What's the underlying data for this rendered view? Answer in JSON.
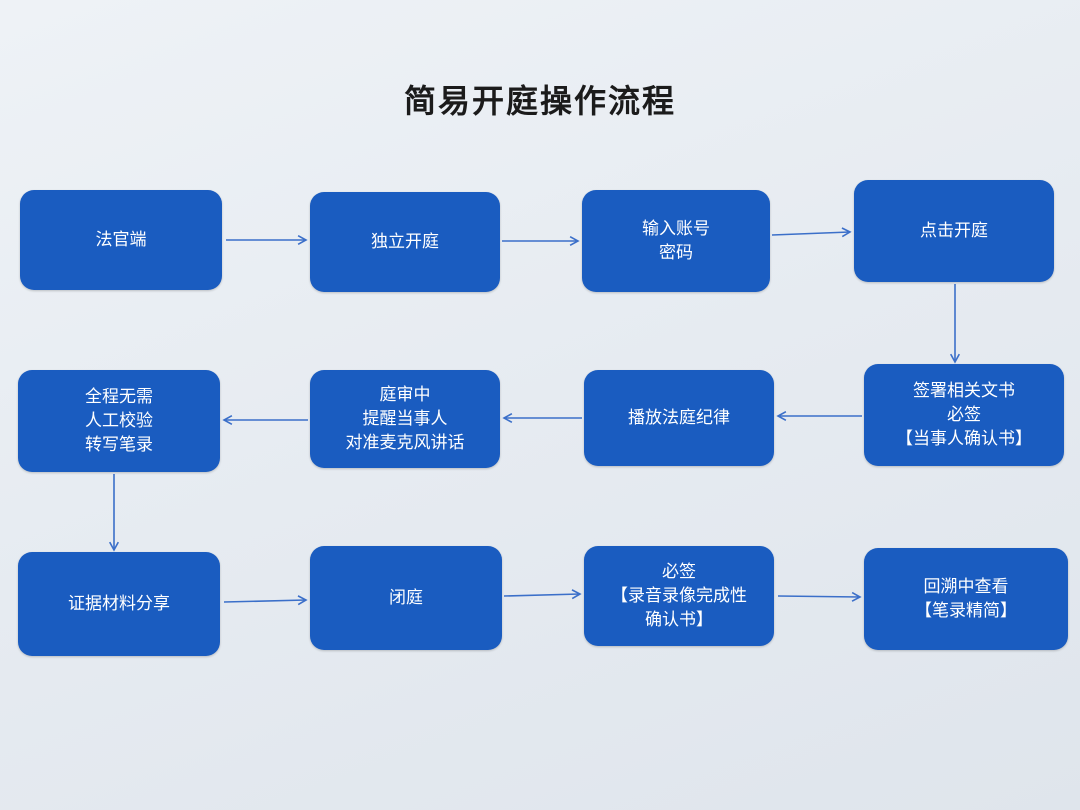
{
  "title": "简易开庭操作流程",
  "steps": [
    {
      "lines": [
        "法官端"
      ]
    },
    {
      "lines": [
        "独立开庭"
      ]
    },
    {
      "lines": [
        "输入账号",
        "密码"
      ]
    },
    {
      "lines": [
        "点击开庭"
      ]
    },
    {
      "lines": [
        "签署相关文书",
        "必签",
        "【当事人确认书】"
      ]
    },
    {
      "lines": [
        "播放法庭纪律"
      ]
    },
    {
      "lines": [
        "庭审中",
        "提醒当事人",
        "对准麦克风讲话"
      ]
    },
    {
      "lines": [
        "全程无需",
        "人工校验",
        "转写笔录"
      ]
    },
    {
      "lines": [
        "证据材料分享"
      ]
    },
    {
      "lines": [
        "闭庭"
      ]
    },
    {
      "lines": [
        "必签",
        "【录音录像完成性",
        "确认书】"
      ]
    },
    {
      "lines": [
        "回溯中查看",
        "【笔录精简】"
      ]
    }
  ],
  "colors": {
    "box": "#1a5cc0",
    "arrow": "#3b6fc9"
  }
}
